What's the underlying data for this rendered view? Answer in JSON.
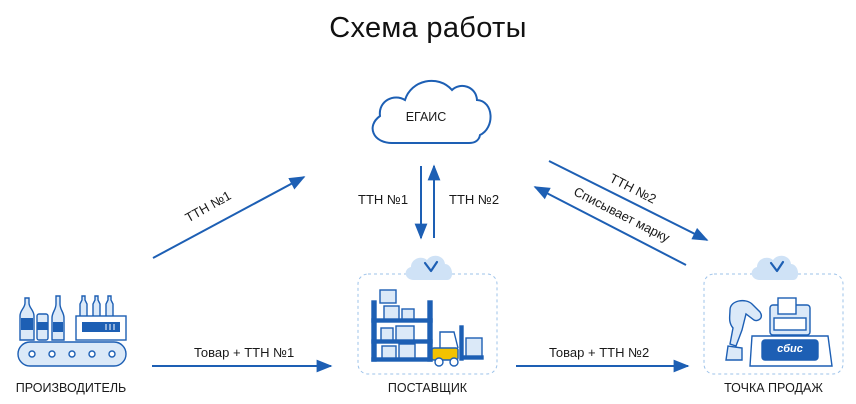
{
  "title": "Схема работы",
  "nodes": {
    "egais": "ЕГАИС",
    "producer": "ПРОИЗВОДИТЕЛЬ",
    "supplier": "ПОСТАВЩИК",
    "point_of_sale": "ТОЧКА ПРОДАЖ"
  },
  "arrows": {
    "producer_to_egais": "ТТН №1",
    "egais_to_supplier": "ТТН №1",
    "supplier_to_egais": "ТТН №2",
    "egais_to_pos": "ТТН №2",
    "pos_to_egais": "Списывает марку",
    "producer_to_supplier": "Товар + ТТН №1",
    "supplier_to_pos": "Товар + ТТН №2"
  },
  "register_brand": "сбис",
  "colors": {
    "arrow": "#1d5fb4",
    "outline": "#2c7fd0",
    "fill_light": "#dbe9f8",
    "accent_yellow": "#f2c200"
  },
  "icons": {
    "egais": "cloud-icon",
    "producer": "bottles-conveyor-icon",
    "supplier": "warehouse-forklift-icon",
    "point_of_sale": "scanner-register-icon"
  }
}
